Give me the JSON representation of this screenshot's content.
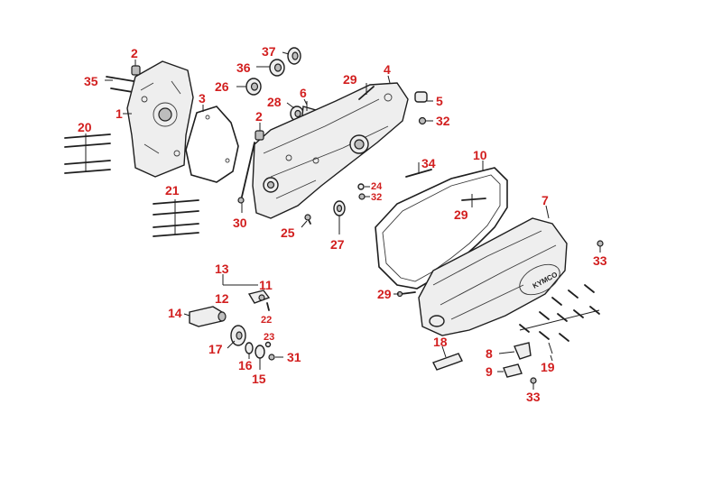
{
  "labels": {
    "l1": "1",
    "l2a": "2",
    "l2b": "2",
    "l3": "3",
    "l4": "4",
    "l5": "5",
    "l6": "6",
    "l7": "7",
    "l8": "8",
    "l9": "9",
    "l10": "10",
    "l11": "11",
    "l12": "12",
    "l13": "13",
    "l14": "14",
    "l15": "15",
    "l16": "16",
    "l17": "17",
    "l18": "18",
    "l19": "19",
    "l20": "20",
    "l21": "21",
    "l22": "22",
    "l23": "23",
    "l24": "24",
    "l25": "25",
    "l26": "26",
    "l27": "27",
    "l28": "28",
    "l29a": "29",
    "l29b": "29",
    "l29c": "29",
    "l30": "30",
    "l31": "31",
    "l32a": "32",
    "l32b": "32",
    "l33a": "33",
    "l33b": "33",
    "l34": "34",
    "l35": "35",
    "l36": "36",
    "l37": "37"
  },
  "cover_logo_text": "KYMCO",
  "colors": {
    "label": "#d21f1f",
    "linework": "#1e1e1e",
    "background": "#ffffff"
  }
}
